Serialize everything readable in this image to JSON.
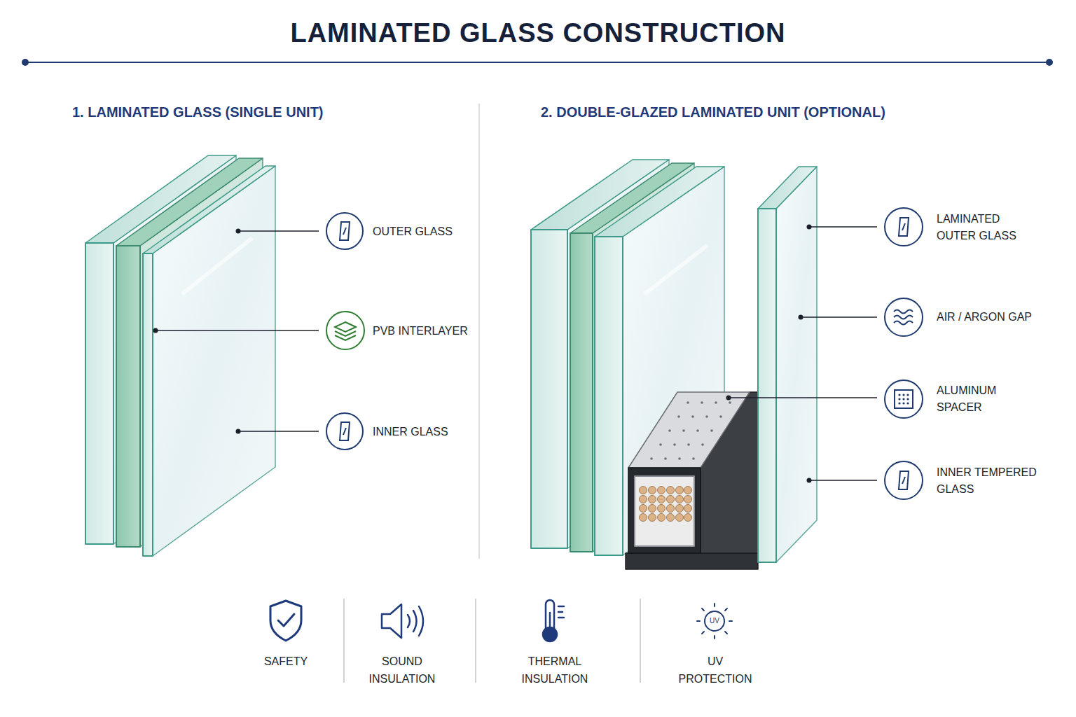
{
  "diagram": {
    "title": "LAMINATED GLASS CONSTRUCTION",
    "labels": [
      "1. LAMINATED GLASS (SINGLE UNIT)",
      "2. DOUBLE-GLAZED LAMINATED UNIT (OPTIONAL)",
      "OUTER GLASS",
      "PVB INTERLAYER",
      "INNER GLASS",
      "LAMINATED OUTER GLASS",
      "AIR / ARGON GAP",
      "ALUMINUM SPACER",
      "INNER TEMPERED GLASS",
      "SAFETY",
      "SOUND INSULATION",
      "THERMAL INSULATION",
      "UV PROTECTION",
      "UV"
    ]
  }
}
